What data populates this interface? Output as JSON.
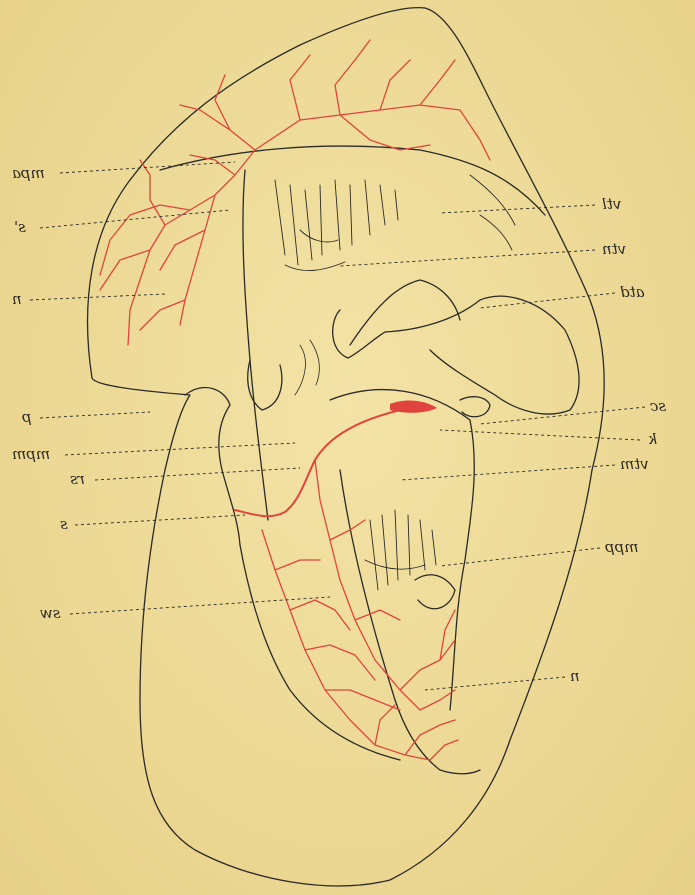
{
  "figure": {
    "labels": {
      "mpa": "mpa",
      "s_prime": "s'",
      "n_left": "n",
      "p": "p",
      "mpm": "mpm",
      "rs": "rs",
      "s": "s",
      "sw": "sw",
      "vtl": "vtl",
      "vtn": "vtn",
      "atd": "atd",
      "sc": "sc",
      "k": "k",
      "vtm": "vtm",
      "mpp": "mpp",
      "n_right": "n"
    }
  },
  "colors": {
    "paper": "#eedd9c",
    "ink": "#2b2a26",
    "vessel": "#e0443c"
  }
}
